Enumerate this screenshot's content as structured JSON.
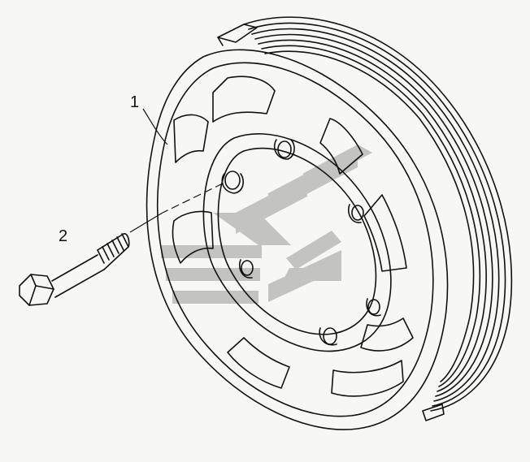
{
  "callouts": {
    "part_1": "1",
    "part_2": "2"
  },
  "colors": {
    "background": "#f7f7f5",
    "line": "#111111",
    "watermark": "#9a9a9a"
  },
  "icons": {
    "watermark": "chevron-logo-watermark"
  }
}
